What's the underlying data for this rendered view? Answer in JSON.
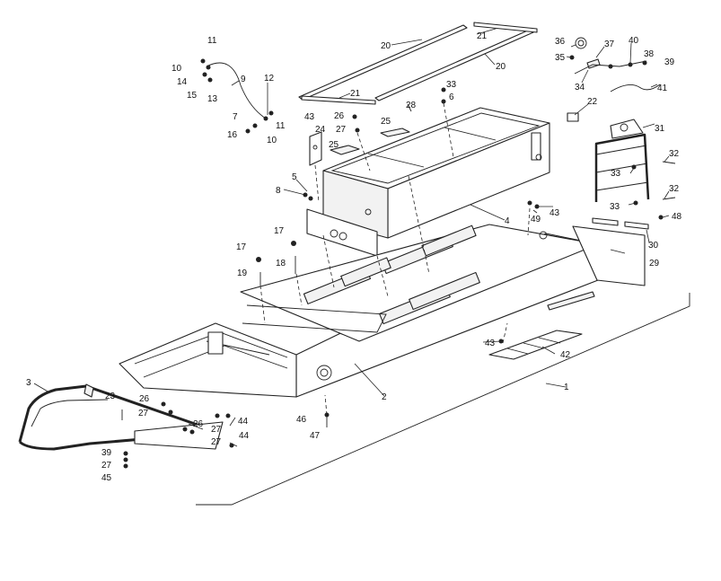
{
  "callouts": [
    {
      "id": "c1",
      "label": "1"
    },
    {
      "id": "c2",
      "label": "2"
    },
    {
      "id": "c3",
      "label": "3"
    },
    {
      "id": "c4",
      "label": "4"
    },
    {
      "id": "c5",
      "label": "5"
    },
    {
      "id": "c6",
      "label": "6"
    },
    {
      "id": "c7",
      "label": "7"
    },
    {
      "id": "c8",
      "label": "8"
    },
    {
      "id": "c9",
      "label": "9"
    },
    {
      "id": "c10a",
      "label": "10"
    },
    {
      "id": "c10b",
      "label": "10"
    },
    {
      "id": "c11a",
      "label": "11"
    },
    {
      "id": "c11b",
      "label": "11"
    },
    {
      "id": "c12",
      "label": "12"
    },
    {
      "id": "c13",
      "label": "13"
    },
    {
      "id": "c14",
      "label": "14"
    },
    {
      "id": "c15",
      "label": "15"
    },
    {
      "id": "c16",
      "label": "16"
    },
    {
      "id": "c17a",
      "label": "17"
    },
    {
      "id": "c17b",
      "label": "17"
    },
    {
      "id": "c18",
      "label": "18"
    },
    {
      "id": "c19",
      "label": "19"
    },
    {
      "id": "c20a",
      "label": "20"
    },
    {
      "id": "c20b",
      "label": "20"
    },
    {
      "id": "c21a",
      "label": "21"
    },
    {
      "id": "c21b",
      "label": "21"
    },
    {
      "id": "c22",
      "label": "22"
    },
    {
      "id": "c23",
      "label": "23"
    },
    {
      "id": "c24",
      "label": "24"
    },
    {
      "id": "c25a",
      "label": "25"
    },
    {
      "id": "c25b",
      "label": "25"
    },
    {
      "id": "c26a",
      "label": "26"
    },
    {
      "id": "c26b",
      "label": "26"
    },
    {
      "id": "c26c",
      "label": "26"
    },
    {
      "id": "c27a",
      "label": "27"
    },
    {
      "id": "c27b",
      "label": "27"
    },
    {
      "id": "c27c",
      "label": "27"
    },
    {
      "id": "c27d",
      "label": "27"
    },
    {
      "id": "c27e",
      "label": "27"
    },
    {
      "id": "c28",
      "label": "28"
    },
    {
      "id": "c29",
      "label": "29"
    },
    {
      "id": "c30",
      "label": "30"
    },
    {
      "id": "c31",
      "label": "31"
    },
    {
      "id": "c32a",
      "label": "32"
    },
    {
      "id": "c32b",
      "label": "32"
    },
    {
      "id": "c33a",
      "label": "33"
    },
    {
      "id": "c33b",
      "label": "33"
    },
    {
      "id": "c33c",
      "label": "33"
    },
    {
      "id": "c34",
      "label": "34"
    },
    {
      "id": "c35",
      "label": "35"
    },
    {
      "id": "c36",
      "label": "36"
    },
    {
      "id": "c37",
      "label": "37"
    },
    {
      "id": "c38",
      "label": "38"
    },
    {
      "id": "c39a",
      "label": "39"
    },
    {
      "id": "c39b",
      "label": "39"
    },
    {
      "id": "c40",
      "label": "40"
    },
    {
      "id": "c41",
      "label": "41"
    },
    {
      "id": "c42",
      "label": "42"
    },
    {
      "id": "c43a",
      "label": "43"
    },
    {
      "id": "c43b",
      "label": "43"
    },
    {
      "id": "c43c",
      "label": "43"
    },
    {
      "id": "c44a",
      "label": "44"
    },
    {
      "id": "c44b",
      "label": "44"
    },
    {
      "id": "c45",
      "label": "45"
    },
    {
      "id": "c46",
      "label": "46"
    },
    {
      "id": "c47",
      "label": "47"
    },
    {
      "id": "c48",
      "label": "48"
    },
    {
      "id": "c49",
      "label": "49"
    }
  ]
}
